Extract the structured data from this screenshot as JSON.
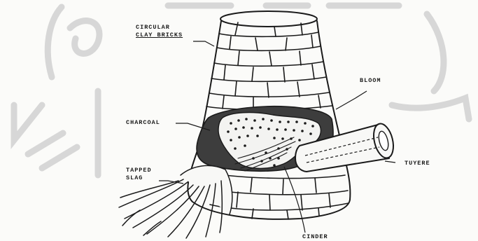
{
  "diagram": {
    "labels": {
      "clay_bricks_line1": "CIRCULAR",
      "clay_bricks_line2": "CLAY BRICKS",
      "bloom": "BLOOM",
      "charcoal": "CHARCOAL",
      "tuyere": "TUYERE",
      "tapped_slag_line1": "TAPPED",
      "tapped_slag_line2": "SLAG",
      "cinder": "CINDER"
    },
    "colors": {
      "ink": "#1a1a1a",
      "charcoal_fill": "#3d3d3d",
      "watermark": "#d7d7d7"
    }
  }
}
